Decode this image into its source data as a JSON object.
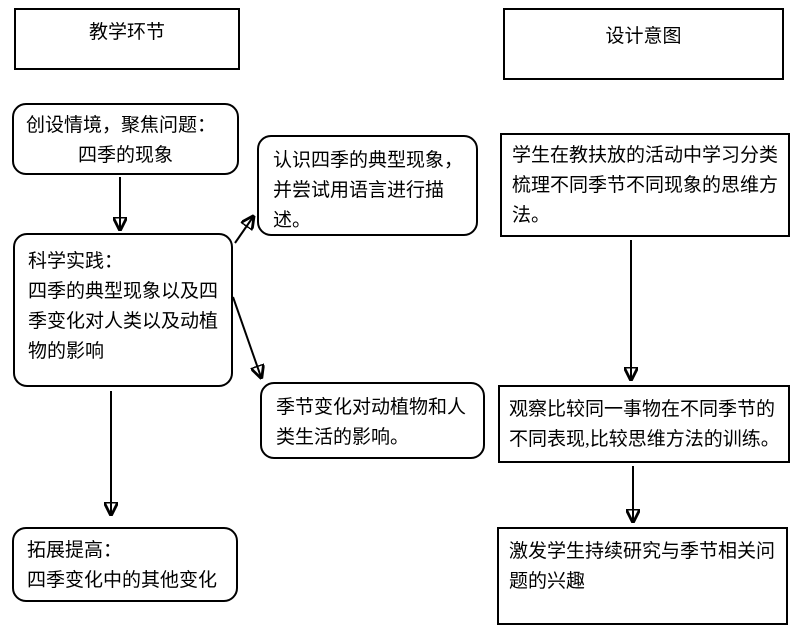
{
  "page": {
    "background": "#ffffff",
    "line_color": "#000000"
  },
  "headers": {
    "teaching_steps": "教学环节",
    "design_intent": "设计意图"
  },
  "teaching_flow": {
    "create_situation": {
      "lines": [
        "创设情境，聚焦问题：",
        "四季的现象"
      ]
    },
    "recognize_phenomena": {
      "lines": [
        "认识四季的典型现象，",
        "并尝试用语言进行描",
        "述。"
      ]
    },
    "science_practice": {
      "lines": [
        "科学实践：",
        "四季的典型现象以及四",
        "季变化对人类以及动植",
        "物的影响"
      ]
    },
    "season_impact": {
      "lines": [
        "季节变化对动植物和人",
        "类生活的影响。"
      ]
    },
    "expand_improve": {
      "lines": [
        "拓展提高：",
        "四季变化中的其他变化"
      ]
    }
  },
  "design_intents": {
    "classify_method": {
      "lines": [
        "学生在教扶放的活动中学习分类",
        "梳理不同季节不同现象的思维方",
        "法。"
      ]
    },
    "compare_training": {
      "lines": [
        "观察比较同一事物在不同季节的",
        "不同表现,比较思维方法的训练。"
      ]
    },
    "stimulate_interest": {
      "lines": [
        "激发学生持续研究与季节相关问",
        "题的兴趣"
      ]
    }
  }
}
